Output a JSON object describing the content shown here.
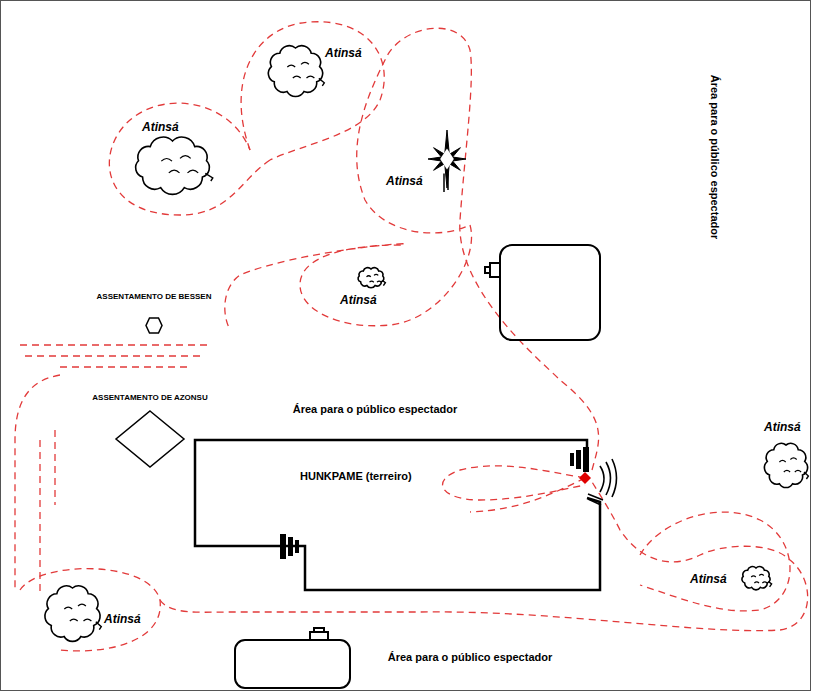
{
  "diagram": {
    "nodes": [
      {
        "text": [
          "Atinsá"
        ]
      },
      {
        "text": [
          "Atinsá"
        ]
      },
      {
        "text": [
          "Atinsá"
        ]
      },
      {
        "text": [
          "Atinsá"
        ]
      },
      {
        "text": [
          "ASSENTAMENTO DE BESSEN"
        ]
      },
      {
        "text": [
          "ASSENTAMENTO DE AZONSU"
        ]
      },
      {
        "text": [
          "HUNKPAME (terreiro)"
        ]
      },
      {
        "text": [
          "Atinsá"
        ]
      },
      {
        "text": [
          "Atinsá"
        ]
      },
      {
        "text": [
          "Atinsá"
        ]
      }
    ],
    "labels": [
      "Área para o público espectador",
      "Área para o público espectador",
      "Área para o público espectador"
    ]
  }
}
